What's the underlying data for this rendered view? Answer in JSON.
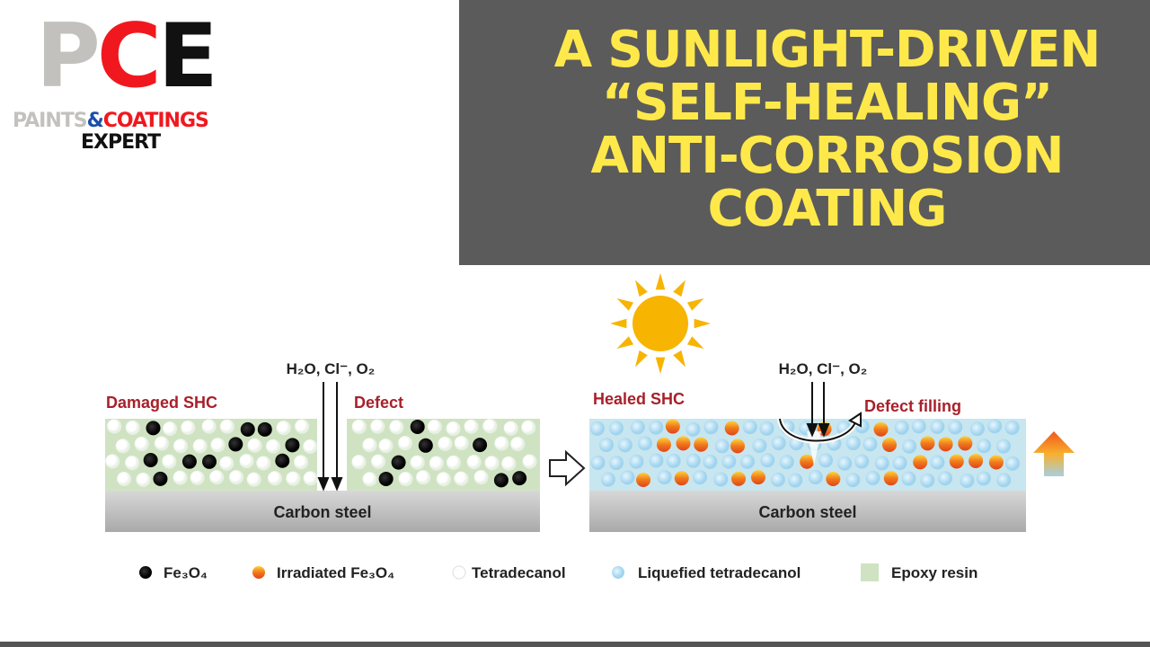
{
  "logo": {
    "letters": [
      "P",
      "C",
      "E"
    ],
    "line1_a": "PAINTS",
    "line1_amp": "&",
    "line1_b": "COATINGS",
    "line2": "EXPERT",
    "colors": {
      "grey": "#c3c1bd",
      "red": "#f0181e",
      "black": "#111111",
      "blue": "#1a4fa8"
    }
  },
  "title": {
    "lines": [
      "A SUNLIGHT-DRIVEN",
      "“SELF-HEALING”",
      "ANTI-CORROSION",
      "COATING"
    ],
    "color": "#ffe94a",
    "background": "#5b5b5b"
  },
  "diagram": {
    "left": {
      "label": "Damaged SHC",
      "defect_label": "Defect",
      "agents": "H₂O, Cl⁻, O₂",
      "substrate": "Carbon steel"
    },
    "right": {
      "label": "Healed SHC",
      "defect_label": "Defect filling",
      "agents": "H₂O, Cl⁻, O₂",
      "substrate": "Carbon steel"
    },
    "label_color": "#a8202a",
    "legend": [
      {
        "icon": "black-particle",
        "label": "Fe₃O₄"
      },
      {
        "icon": "irradiated-particle",
        "label": "Irradiated Fe₃O₄"
      },
      {
        "icon": "white-particle",
        "label": "Tetradecanol"
      },
      {
        "icon": "blue-particle",
        "label": "Liquefied tetradecanol"
      },
      {
        "icon": "green-square",
        "label": "Epoxy resin"
      }
    ]
  }
}
